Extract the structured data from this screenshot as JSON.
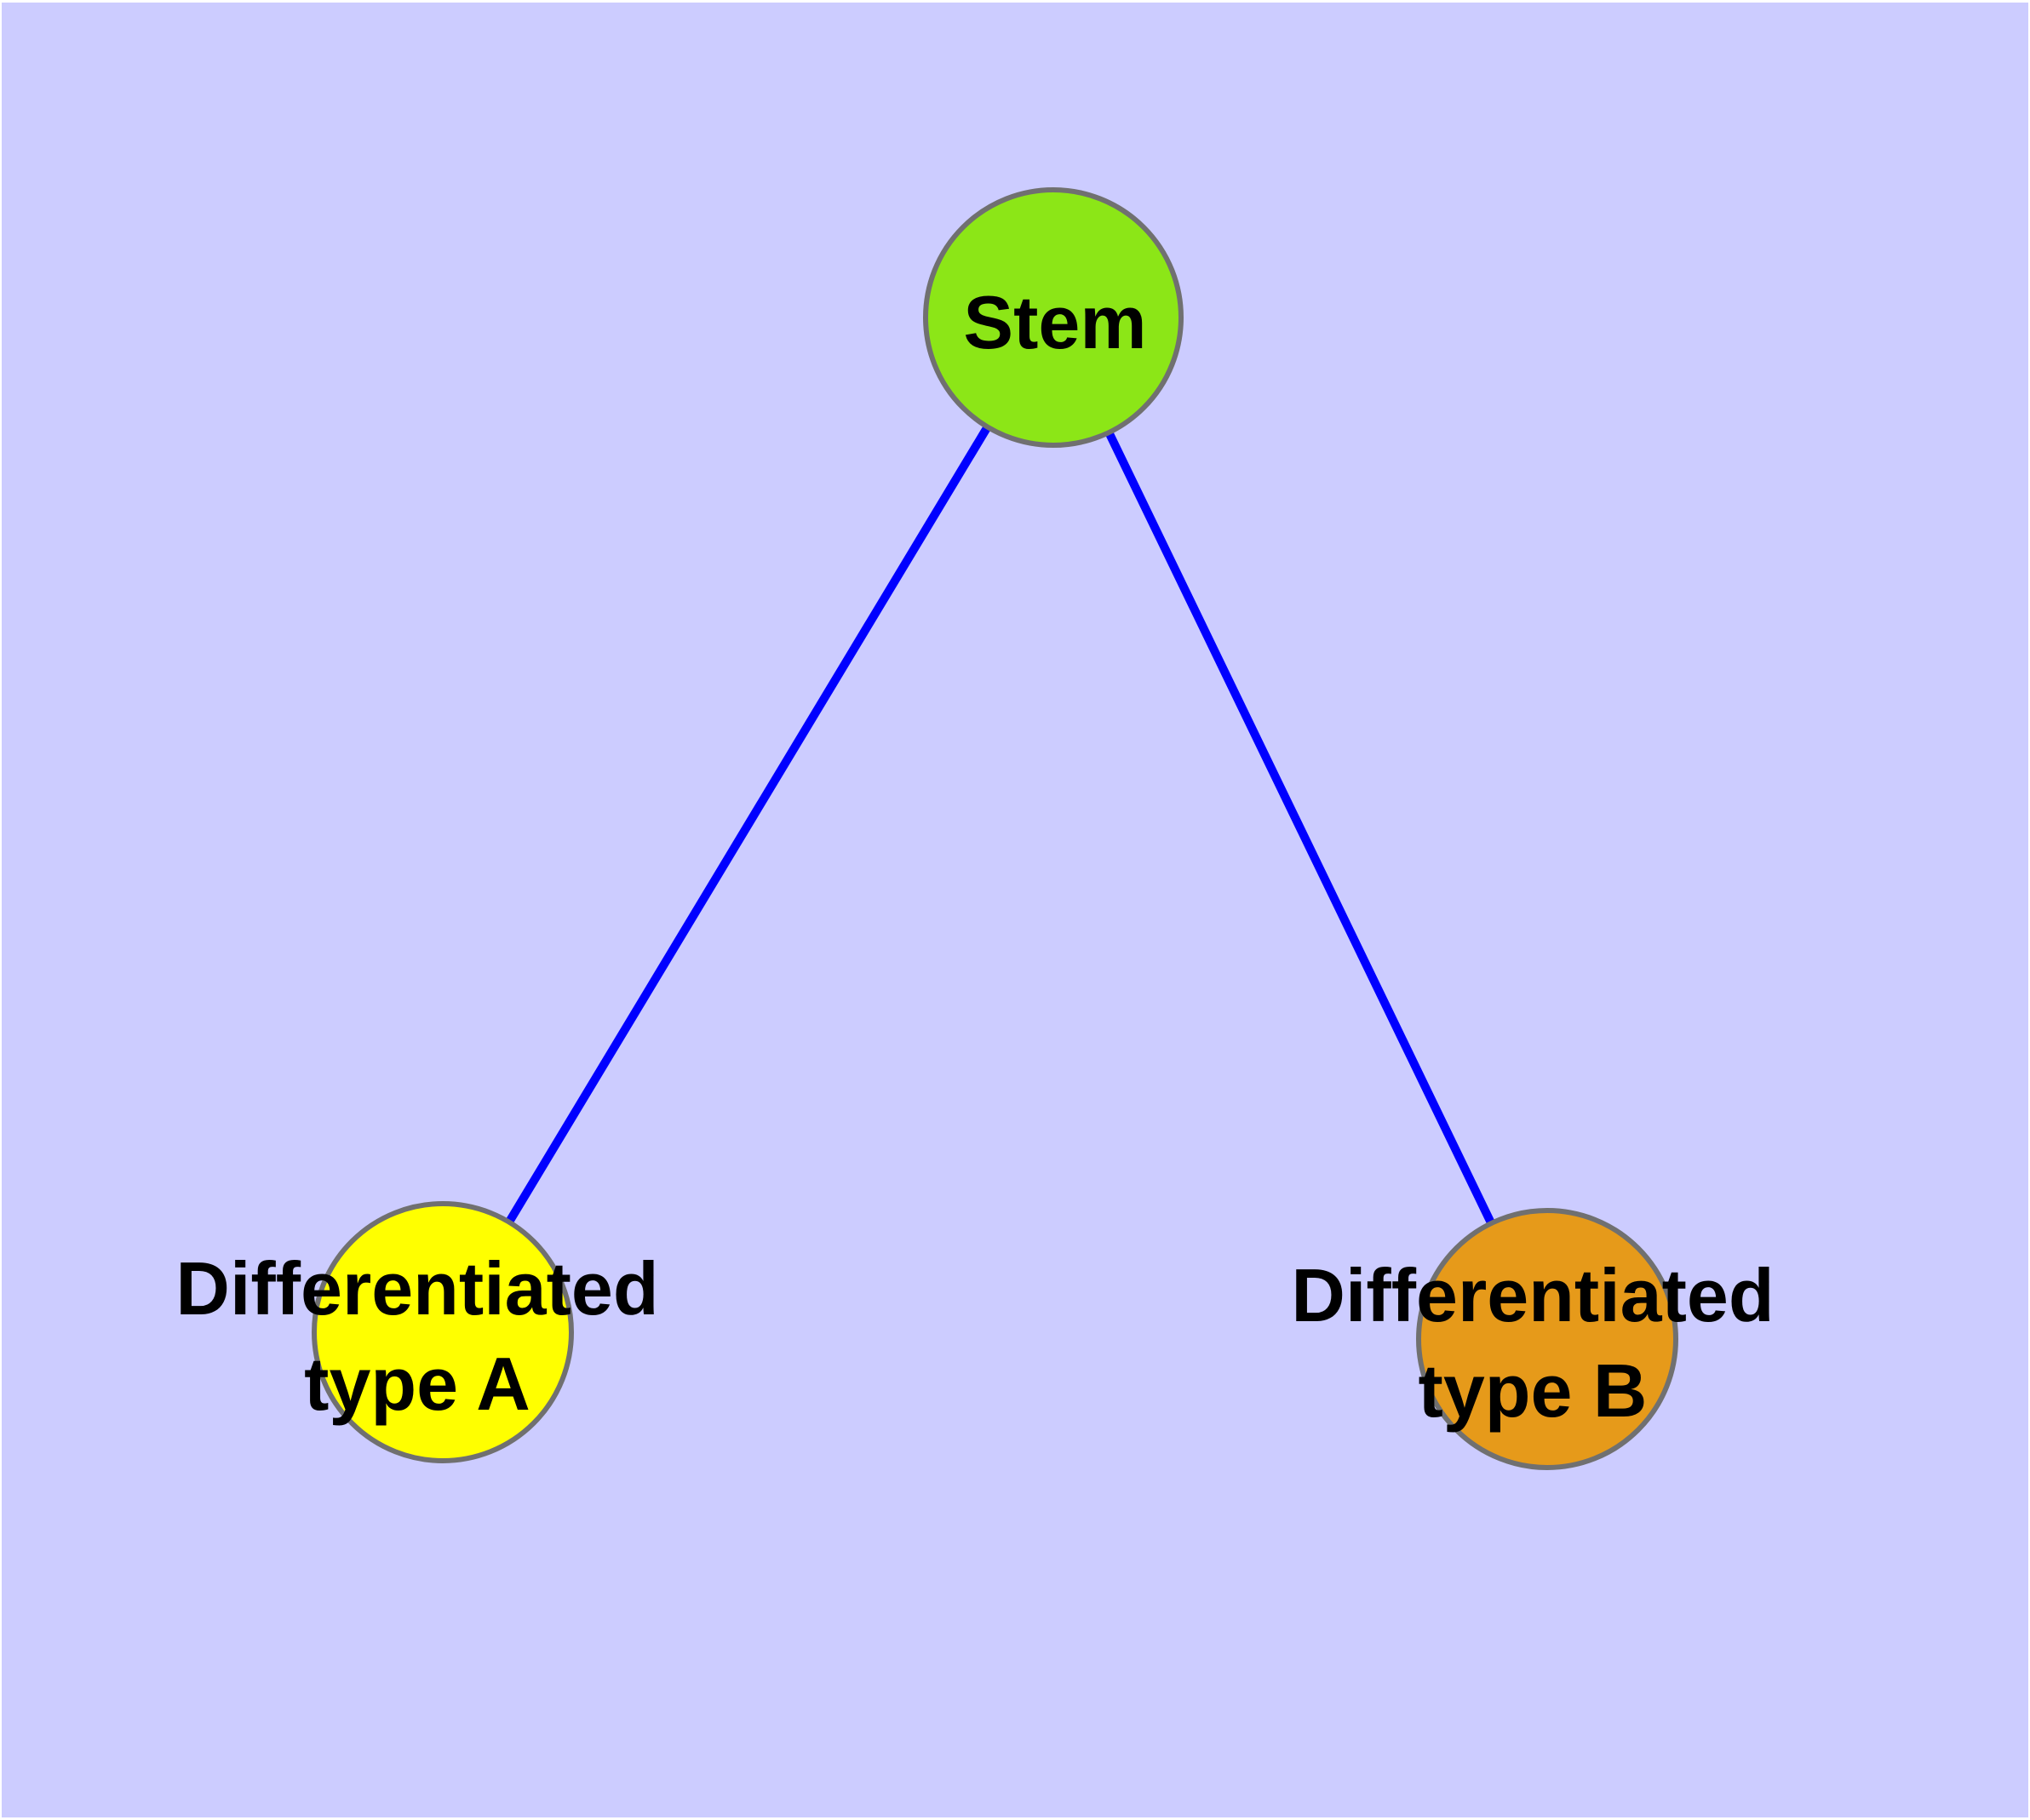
{
  "diagram": {
    "type": "node-link-graph",
    "background_color": "#CCCCFF",
    "margin_color": "#FFFFFF",
    "edge_color": "#0000FF",
    "node_border_color": "#707070",
    "label_color": "#000000",
    "nodes": {
      "stem": {
        "label": "Stem",
        "fill": "#8CE617"
      },
      "type_a": {
        "label": "Differentiated type A",
        "line1": "Differentiated",
        "line2": "type A",
        "fill": "#FFFF00"
      },
      "type_b": {
        "label": "Differentiated type B",
        "line1": "Differentiated",
        "line2": "type B",
        "fill": "#E69A1A"
      }
    },
    "edges": [
      {
        "from": "Stem",
        "to": "Differentiated type A"
      },
      {
        "from": "Stem",
        "to": "Differentiated type B"
      }
    ]
  }
}
